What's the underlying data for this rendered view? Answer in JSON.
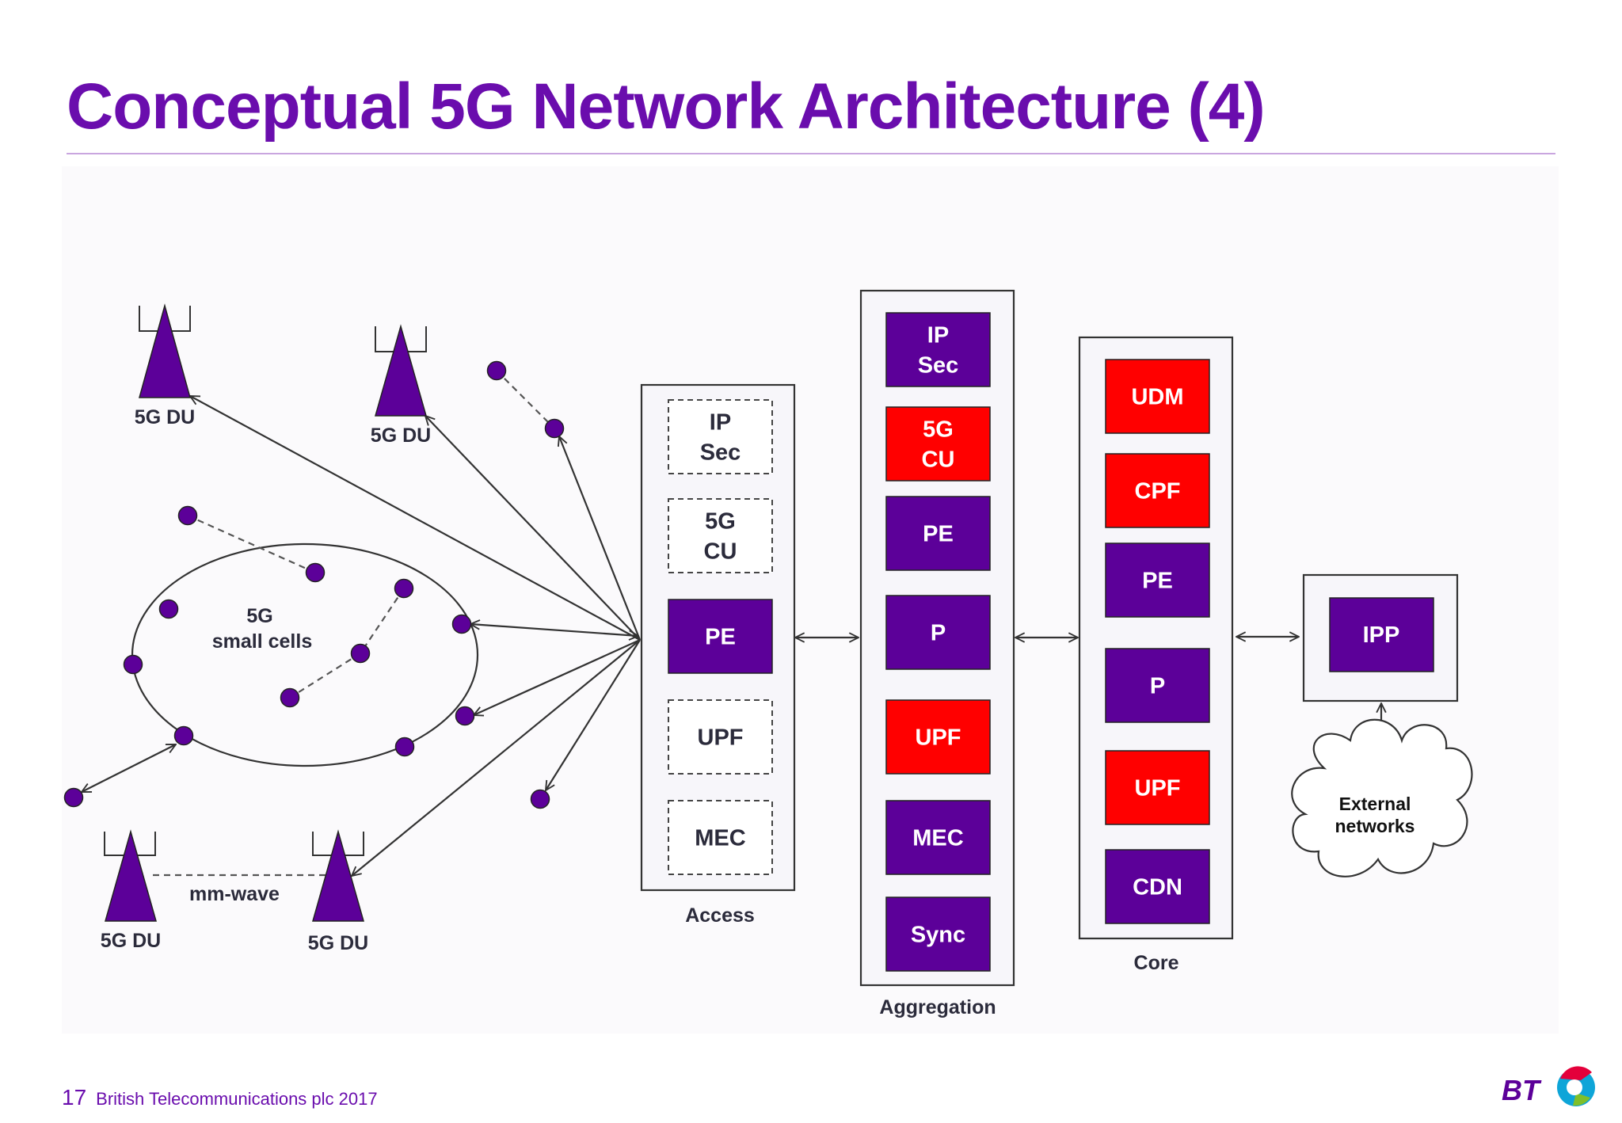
{
  "slide": {
    "title": "Conceptual 5G Network Architecture (4)",
    "footer_page": "17",
    "footer_text": "British Telecommunications plc 2017",
    "logo_text": "BT"
  },
  "colors": {
    "purple": "#5c0099",
    "red": "#ff0000",
    "title": "#6a0dad",
    "panel": "#f7f6fa"
  },
  "radio": {
    "du_top_left": "5G DU",
    "du_top_mid": "5G DU",
    "du_bottom_left": "5G DU",
    "du_bottom_right": "5G DU",
    "small_cells_line1": "5G",
    "small_cells_line2": "small cells",
    "mmwave": "mm-wave"
  },
  "access": {
    "label": "Access",
    "items": [
      {
        "line1": "IP",
        "line2": "Sec",
        "style": "dashed"
      },
      {
        "line1": "5G",
        "line2": "CU",
        "style": "dashed"
      },
      {
        "line1": "PE",
        "line2": "",
        "style": "purple"
      },
      {
        "line1": "UPF",
        "line2": "",
        "style": "dashed"
      },
      {
        "line1": "MEC",
        "line2": "",
        "style": "dashed"
      }
    ]
  },
  "aggregation": {
    "label": "Aggregation",
    "items": [
      {
        "line1": "IP",
        "line2": "Sec",
        "style": "purple"
      },
      {
        "line1": "5G",
        "line2": "CU",
        "style": "red"
      },
      {
        "line1": "PE",
        "line2": "",
        "style": "purple"
      },
      {
        "line1": "P",
        "line2": "",
        "style": "purple"
      },
      {
        "line1": "UPF",
        "line2": "",
        "style": "red"
      },
      {
        "line1": "MEC",
        "line2": "",
        "style": "purple"
      },
      {
        "line1": "Sync",
        "line2": "",
        "style": "purple"
      }
    ]
  },
  "core": {
    "label": "Core",
    "items": [
      {
        "line1": "UDM",
        "line2": "",
        "style": "red"
      },
      {
        "line1": "CPF",
        "line2": "",
        "style": "red"
      },
      {
        "line1": "PE",
        "line2": "",
        "style": "purple"
      },
      {
        "line1": "P",
        "line2": "",
        "style": "purple"
      },
      {
        "line1": "UPF",
        "line2": "",
        "style": "red"
      },
      {
        "line1": "CDN",
        "line2": "",
        "style": "purple"
      }
    ]
  },
  "ipp": {
    "label": "IPP"
  },
  "external": {
    "line1": "External",
    "line2": "networks"
  }
}
